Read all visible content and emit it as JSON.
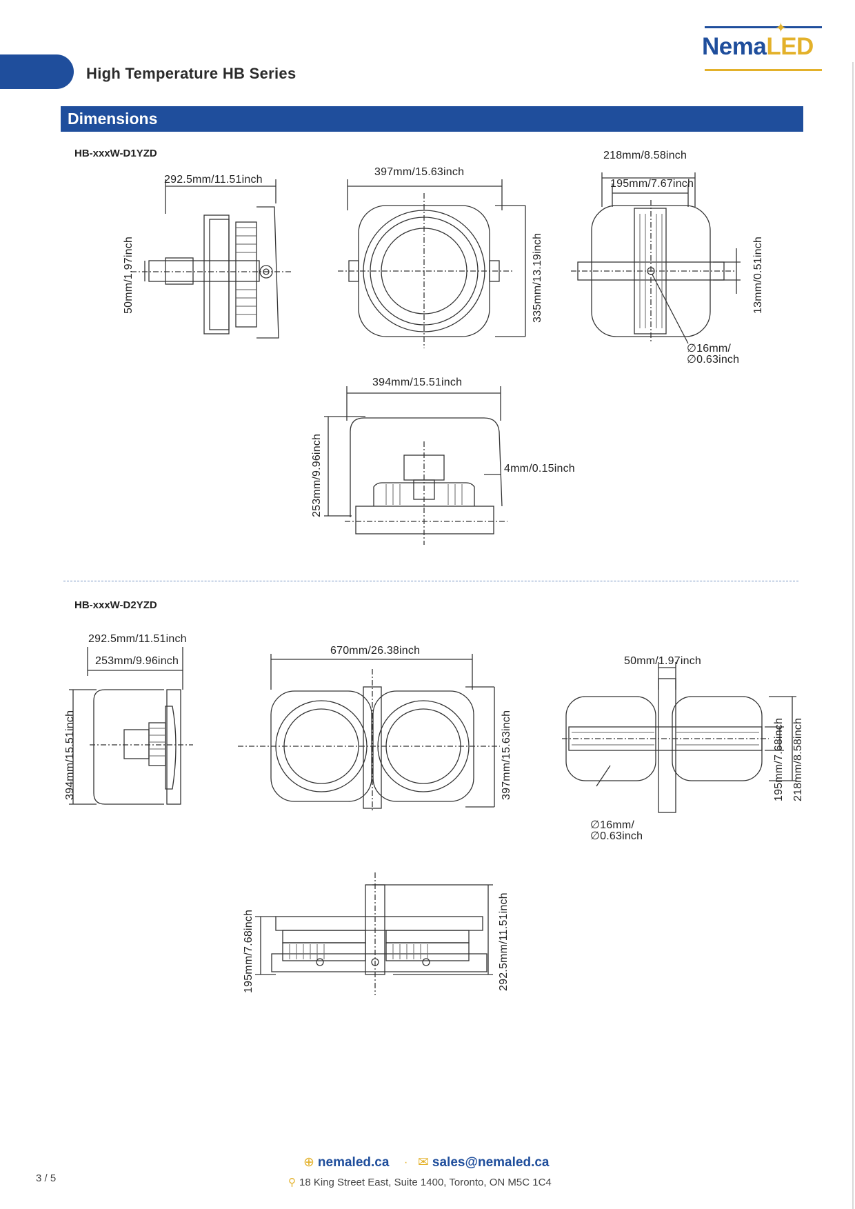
{
  "header": {
    "series_title": "High Temperature HB Series",
    "logo_nema": "Nema",
    "logo_led": "LED"
  },
  "section": {
    "title": "Dimensions"
  },
  "model1": {
    "name": "HB-xxxW-D1YZD",
    "dims": {
      "side_depth": "292.5mm/11.51inch",
      "side_bracket": "50mm/1.97inch",
      "front_width": "397mm/15.63inch",
      "front_height": "335mm/13.19inch",
      "back_outer": "218mm/8.58inch",
      "back_inner": "195mm/7.67inch",
      "back_thickness": "13mm/0.51inch",
      "hole_mm": "∅16mm/",
      "hole_inch": "∅0.63inch",
      "bracket_width": "394mm/15.51inch",
      "bracket_height": "253mm/9.96inch",
      "bracket_thickness": "4mm/0.15inch"
    }
  },
  "model2": {
    "name": "HB-xxxW-D2YZD",
    "dims": {
      "side_depth": "292.5mm/11.51inch",
      "side_inner": "253mm/9.96inch",
      "side_height": "394mm/15.51inch",
      "front_width": "670mm/26.38inch",
      "front_height": "397mm/15.63inch",
      "back_bracket": "50mm/1.97inch",
      "back_inner": "195mm/7.68inch",
      "back_outer": "218mm/8.58inch",
      "hole_mm": "∅16mm/",
      "hole_inch": "∅0.63inch",
      "bottom_depth": "292.5mm/11.51inch",
      "bottom_height": "195mm/7.68inch"
    }
  },
  "footer": {
    "website": "nemaled.ca",
    "separator": "·",
    "email": "sales@nemaled.ca",
    "address": "18 King Street East, Suite 1400, Toronto, ON M5C 1C4",
    "page": "3 / 5"
  }
}
